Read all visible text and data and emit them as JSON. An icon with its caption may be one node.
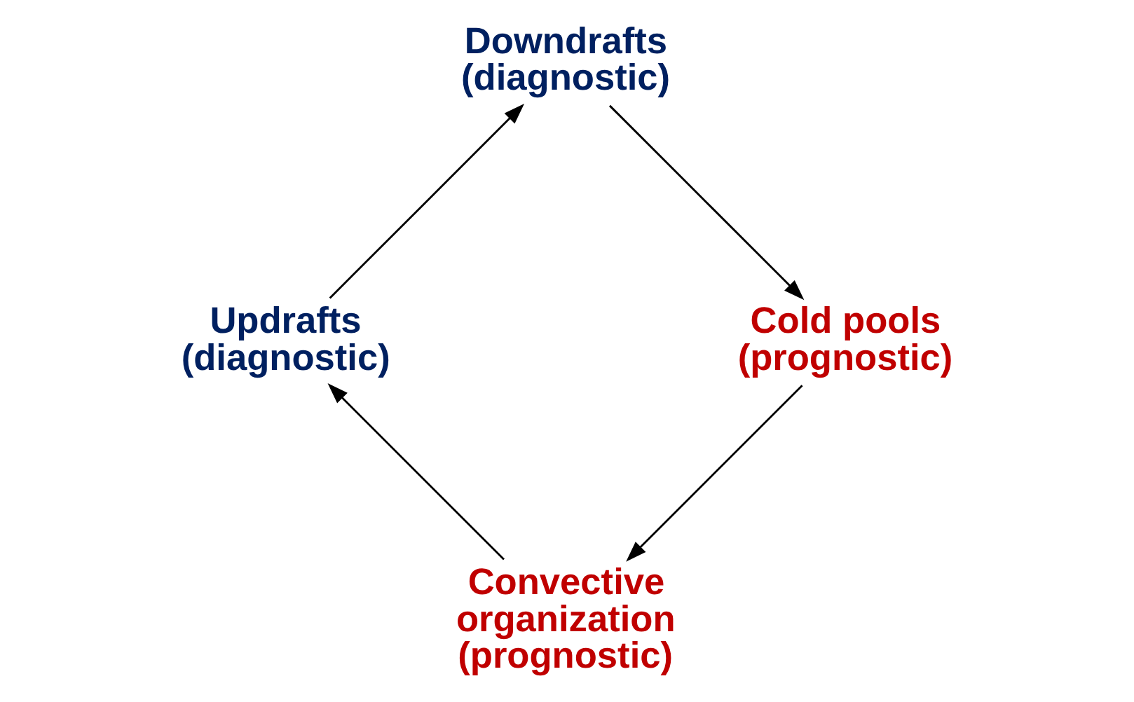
{
  "diagram": {
    "nodes": [
      {
        "text": [
          "Convective organization (prognostic)"
        ]
      },
      {
        "text": [
          "Updrafts (diagnostic)"
        ]
      },
      {
        "text": [
          "Downdrafts (diagnostic)"
        ]
      },
      {
        "text": [
          "Cold pools (prognostic)"
        ]
      }
    ],
    "edges": [
      {
        "from": 0,
        "to": 1,
        "arrow": "to"
      },
      {
        "from": 1,
        "to": 2,
        "arrow": "to"
      },
      {
        "from": 2,
        "to": 3,
        "arrow": "to"
      },
      {
        "from": 3,
        "to": 0,
        "arrow": "to"
      }
    ]
  }
}
